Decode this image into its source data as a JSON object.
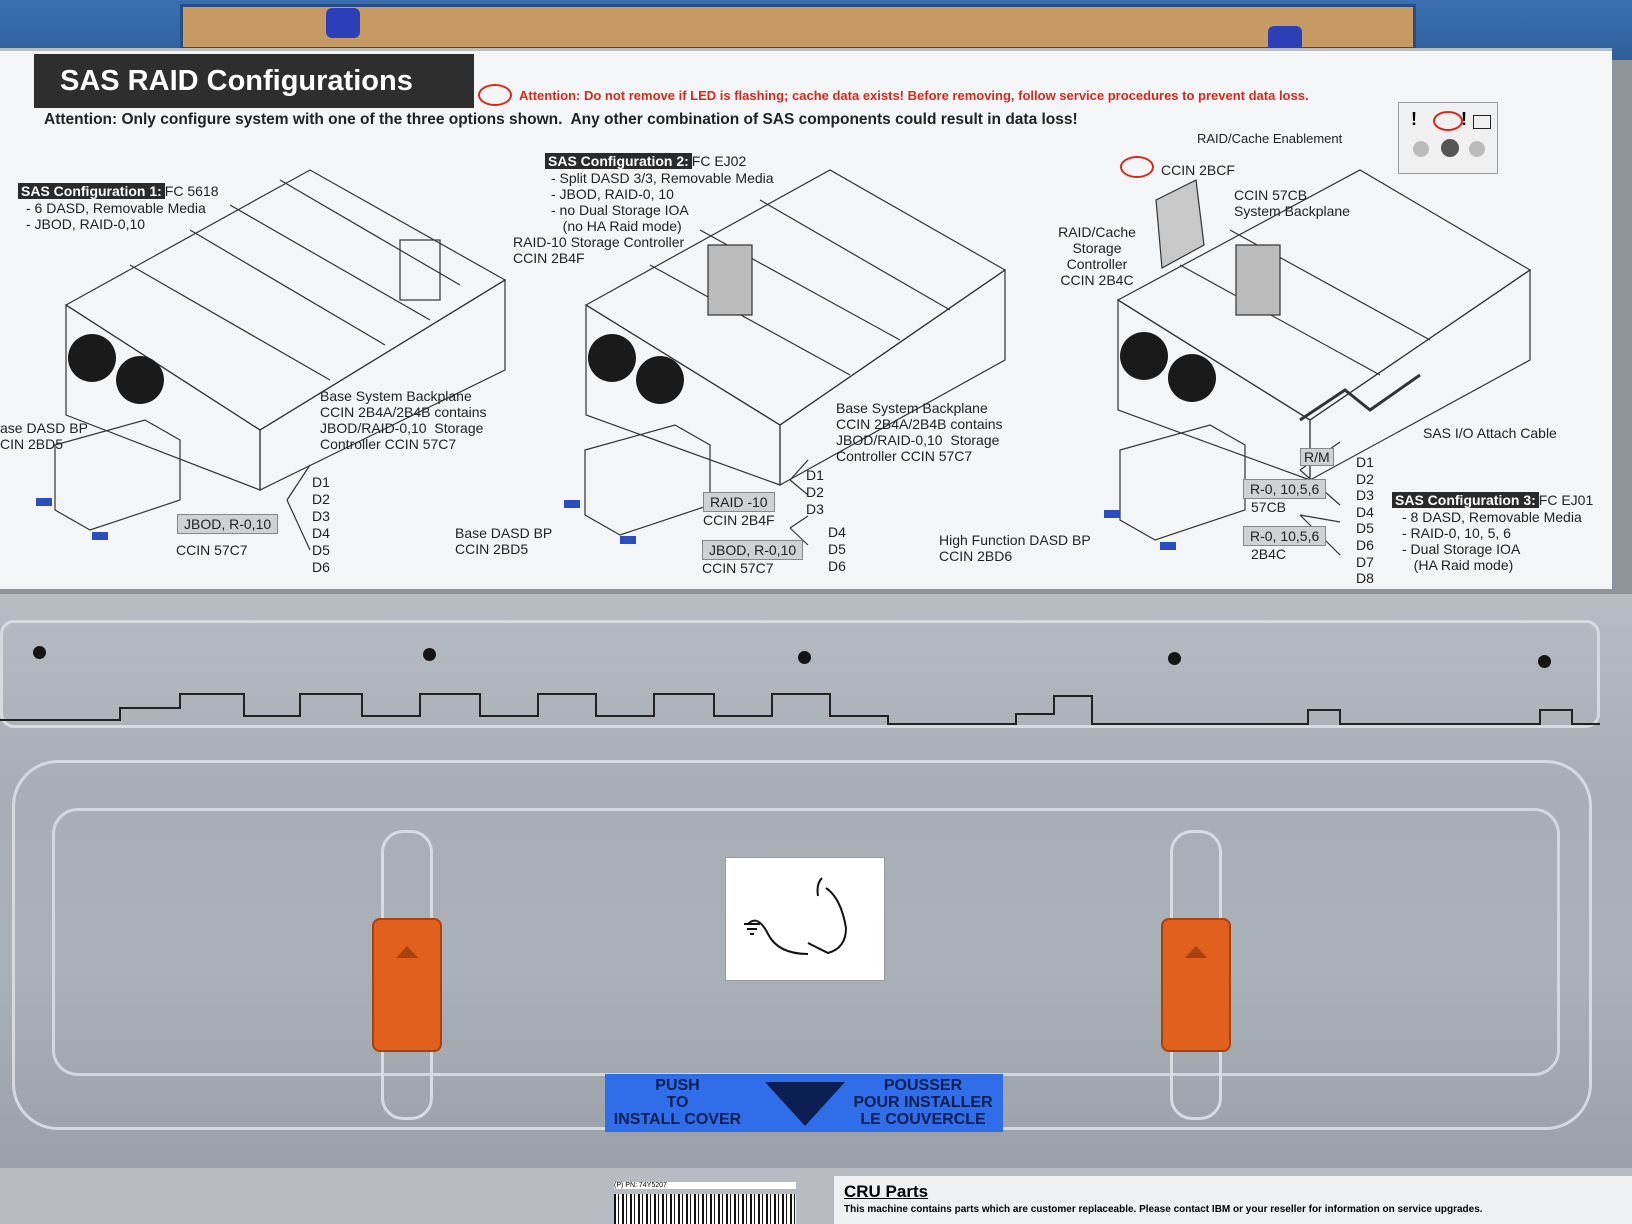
{
  "label": {
    "title": "SAS RAID Configurations",
    "attention_led": "Attention: Do not remove if LED is flashing; cache data exists!  Before removing, follow service procedures to prevent data loss.",
    "attention_config": "Attention: Only configure system with one of the three options shown.  Any other combination of SAS components could result in data loss!",
    "raid_cache_enablement": "RAID/Cache Enablement",
    "led_symbols": [
      "!",
      "!"
    ],
    "config1": {
      "header": "SAS Configuration 1:",
      "fc": "FC 5618",
      "details": [
        "- 6 DASD, Removable Media",
        "- JBOD, RAID-0,10"
      ],
      "backplane": [
        "Base System Backplane",
        "CCIN 2B4A/2B4B contains",
        "JBOD/RAID-0,10  Storage",
        "Controller CCIN 57C7"
      ],
      "dasd_bp": [
        "ase DASD BP",
        "CIN 2BD5"
      ],
      "tag": "JBOD, R-0,10",
      "ccin": "CCIN 57C7",
      "drives": [
        "D1",
        "D2",
        "D3",
        "D4",
        "D5",
        "D6"
      ]
    },
    "config2": {
      "header": "SAS Configuration 2:",
      "fc": "FC EJ02",
      "details": [
        "- Split DASD 3/3, Removable Media",
        "- JBOD, RAID-0, 10",
        "- no Dual Storage IOA",
        "   (no HA Raid mode)"
      ],
      "controller": [
        "RAID-10 Storage Controller",
        "CCIN 2B4F"
      ],
      "backplane": [
        "Base System Backplane",
        "CCIN 2B4A/2B4B contains",
        "JBOD/RAID-0,10  Storage",
        "Controller CCIN 57C7"
      ],
      "dasd_bp": [
        "Base DASD BP",
        "CCIN 2BD5"
      ],
      "tag1": "RAID -10",
      "ccin1": "CCIN 2B4F",
      "tag2": "JBOD, R-0,10",
      "ccin2": "CCIN 57C7",
      "drives": [
        "D1",
        "D2",
        "D3",
        "D4",
        "D5",
        "D6"
      ]
    },
    "config3": {
      "header": "SAS Configuration 3:",
      "fc": "FC EJ01",
      "details": [
        "- 8 DASD, Removable Media",
        "- RAID-0, 10, 5, 6",
        "- Dual Storage IOA",
        "   (HA Raid mode)"
      ],
      "ccin_2bcf": "CCIN 2BCF",
      "backplane": [
        "CCIN 57CB",
        "System Backplane"
      ],
      "raid_cache": [
        "RAID/Cache",
        "Storage",
        "Controller",
        "CCIN 2B4C"
      ],
      "sas_cable": "SAS I/O Attach Cable",
      "rm": "R/M",
      "tag1": "R-0, 10,5,6",
      "ccin1": "57CB",
      "tag2": "R-0, 10,5,6",
      "ccin2": "2B4C",
      "dasd_bp": [
        "High Function DASD BP",
        "CCIN 2BD6"
      ],
      "drives": [
        "D1",
        "D2",
        "D3",
        "D4",
        "D5",
        "D6",
        "D7",
        "D8"
      ]
    }
  },
  "cover": {
    "push_en": "PUSH\nTO\nINSTALL COVER",
    "push_fr": "POUSSER\nPOUR INSTALLER\nLE COUVERCLE"
  },
  "bottom": {
    "part_number": "(P) PN: 74Y5207",
    "cru_title": "CRU Parts",
    "cru_text": "This machine contains parts which are customer replaceable.  Please contact IBM or your reseller for information on service upgrades."
  },
  "colors": {
    "warning_red": "#d42a1c",
    "latch_orange": "#e1601e",
    "push_blue": "#2f6ee8"
  }
}
